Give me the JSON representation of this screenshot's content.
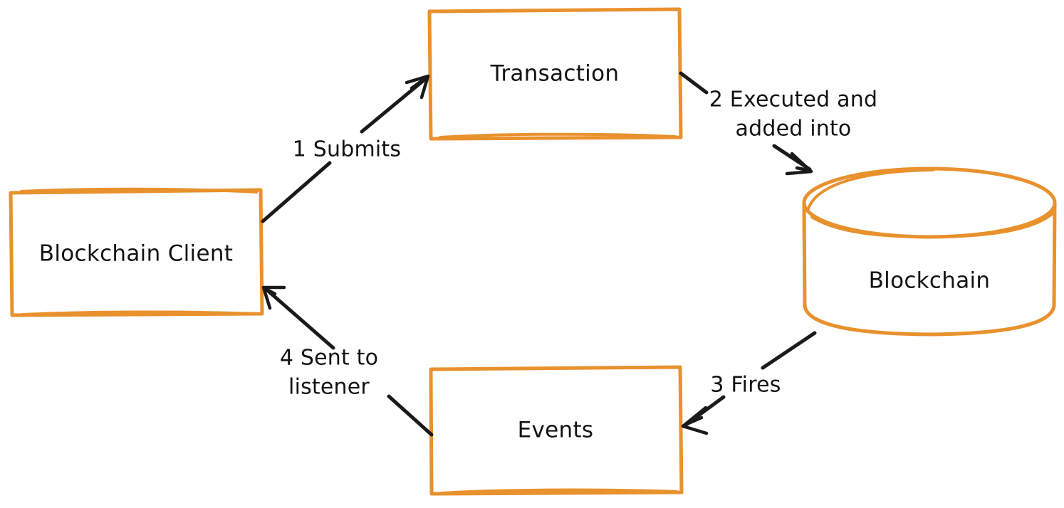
{
  "diagram": {
    "title": "Blockchain client transaction and event flow",
    "type": "flow-diagram",
    "style": "hand-drawn",
    "colors": {
      "node_stroke": "#e8912d",
      "edge_stroke": "#1a1a1a",
      "text": "#121212",
      "background": "#ffffff"
    },
    "nodes": [
      {
        "id": "client",
        "label": "Blockchain Client",
        "shape": "rectangle"
      },
      {
        "id": "transaction",
        "label": "Transaction",
        "shape": "rectangle"
      },
      {
        "id": "blockchain",
        "label": "Blockchain",
        "shape": "cylinder"
      },
      {
        "id": "events",
        "label": "Events",
        "shape": "rectangle"
      }
    ],
    "edges": [
      {
        "id": "e1",
        "from": "client",
        "to": "transaction",
        "step": "1",
        "label": "1 Submits",
        "label_lines": [
          "1 Submits"
        ]
      },
      {
        "id": "e2",
        "from": "transaction",
        "to": "blockchain",
        "step": "2",
        "label": "2 Executed and added into",
        "label_lines": [
          "2 Executed and",
          "added into"
        ]
      },
      {
        "id": "e3",
        "from": "blockchain",
        "to": "events",
        "step": "3",
        "label": "3 Fires",
        "label_lines": [
          "3 Fires"
        ]
      },
      {
        "id": "e4",
        "from": "events",
        "to": "client",
        "step": "4",
        "label": "4 Sent to listener",
        "label_lines": [
          "4 Sent to",
          "listener"
        ]
      }
    ]
  }
}
